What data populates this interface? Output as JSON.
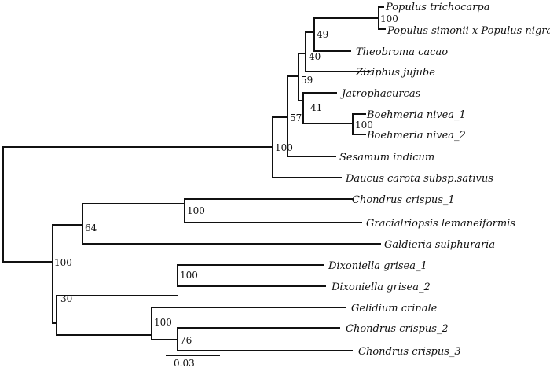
{
  "taxa": {
    "populus_trichocarpa": "Populus trichocarpa",
    "populus_simonii": "Populus simonii x Populus nigra",
    "theobroma": "Theobroma cacao",
    "ziziphus": "Ziziphus jujube",
    "jatropha": "Jatrophacurcas",
    "boehmeria_1": "Boehmeria nivea_1",
    "boehmeria_2": "Boehmeria nivea_2",
    "sesamum": "Sesamum indicum",
    "daucus": "Daucus carota subsp.sativus",
    "chondrus_1": "Chondrus crispus_1",
    "gracilariopsis": "Gracialriopsis lemaneiformis",
    "galdieria": "Galdieria sulphuraria",
    "dixoniella_1": "Dixoniella grisea_1",
    "dixoniella_2": "Dixoniella grisea_2",
    "gelidium": "Gelidium crinale",
    "chondrus_2": "Chondrus crispus_2",
    "chondrus_3": "Chondrus crispus_3"
  },
  "bootstrap": {
    "populus": "100",
    "n49": "49",
    "n40": "40",
    "n59": "59",
    "n41": "41",
    "boehmeria": "100",
    "n57": "57",
    "land_plants": "100",
    "n64": "64",
    "chondrus_gracilariopsis": "100",
    "red_algae": "100",
    "dixoniella": "100",
    "n30": "30",
    "gelidium_chondrus": "100",
    "n76": "76"
  },
  "scale_bar": {
    "label": "0.03"
  }
}
